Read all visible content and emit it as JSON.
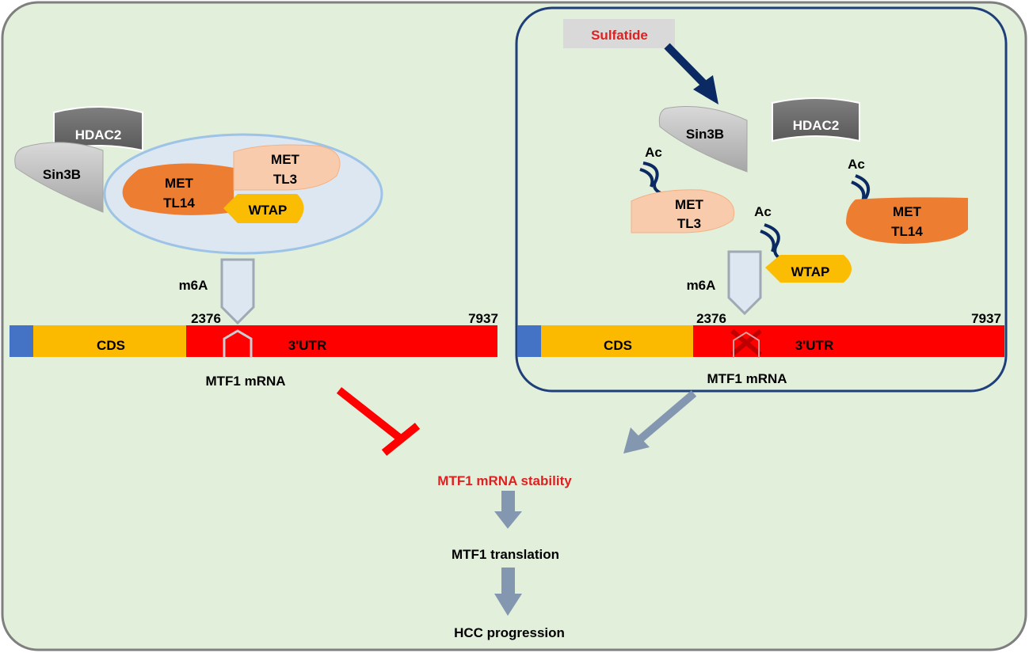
{
  "left": {
    "hdac2": "HDAC2",
    "sin3b": "Sin3B",
    "mettl3": [
      "MET",
      "TL3"
    ],
    "mettl14": [
      "MET",
      "TL14"
    ],
    "wtap": "WTAP",
    "m6a": "m6A",
    "pos_start": "2376",
    "pos_end": "7937",
    "cds": "CDS",
    "utr": "3'UTR",
    "mrna": "MTF1 mRNA"
  },
  "right": {
    "sulfatide": "Sulfatide",
    "sin3b": "Sin3B",
    "hdac2": "HDAC2",
    "ac": "Ac",
    "mettl3": [
      "MET",
      "TL3"
    ],
    "mettl14": [
      "MET",
      "TL14"
    ],
    "wtap": "WTAP",
    "m6a": "m6A",
    "pos_start": "2376",
    "pos_end": "7937",
    "cds": "CDS",
    "utr": "3'UTR",
    "mrna": "MTF1 mRNA"
  },
  "flow": {
    "stability": "MTF1 mRNA stability",
    "translation": "MTF1 translation",
    "progression": "HCC progression"
  },
  "colors": {
    "background": "#e2efdb",
    "cds": "#fbb900",
    "utr": "#ff0000",
    "mettl3": "#f8cbad",
    "mettl14": "#ed7d31",
    "wtap": "#fbbc04",
    "frame": "#1f3f7a",
    "stability_text": "#e02020",
    "gray_arrow": "#8497b0"
  }
}
